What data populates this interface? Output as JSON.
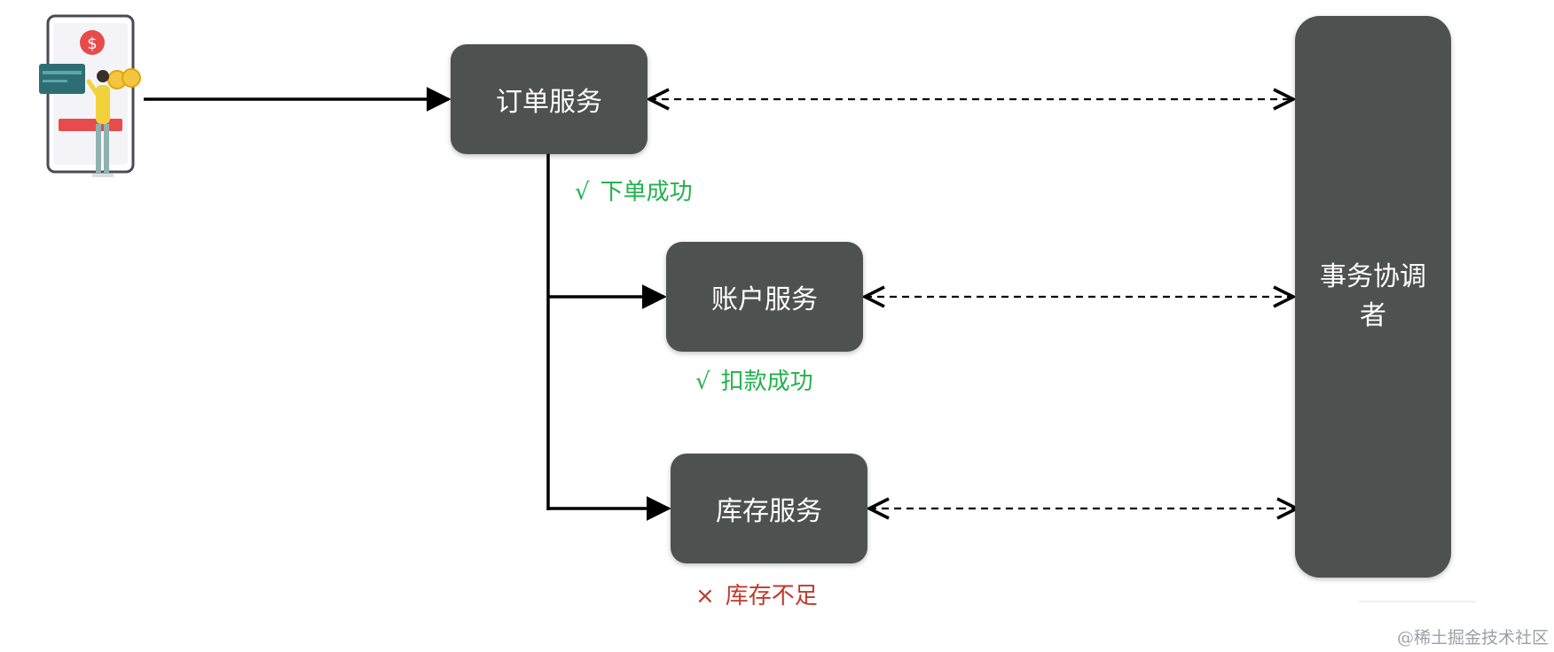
{
  "nodes": {
    "order_service": "订单服务",
    "account_service": "账户服务",
    "inventory_service": "库存服务",
    "coordinator": "事务协调者"
  },
  "statuses": {
    "order": {
      "mark": "√",
      "text": "下单成功",
      "state": "success"
    },
    "account": {
      "mark": "√",
      "text": "扣款成功",
      "state": "success"
    },
    "inventory": {
      "mark": "×",
      "text": "库存不足",
      "state": "failure"
    }
  },
  "watermark": "@稀土掘金技术社区",
  "colors": {
    "node_fill": "#4d5150",
    "success": "#22b24c",
    "failure": "#c0392b",
    "arrow": "#000000"
  },
  "icons": [
    "user-paying-on-phone-illustration"
  ]
}
